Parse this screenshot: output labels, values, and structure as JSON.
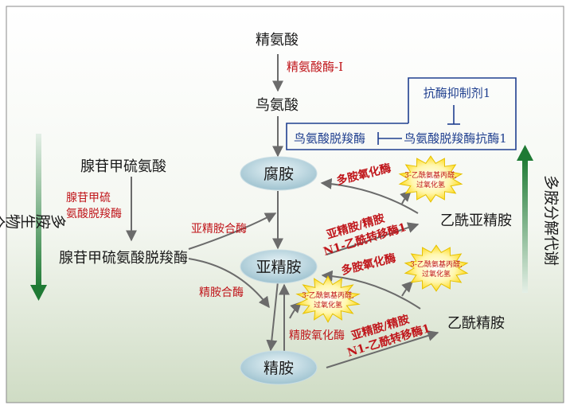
{
  "colors": {
    "enzyme_red": "#c0161b",
    "inhibitor_blue": "#1f3f8f",
    "node_fill": "#b9d6df",
    "arrow_gray": "#6b6b6b",
    "synthesis_green": "#2e7d3a",
    "burst_yellow": "#ffe11a"
  },
  "metabolites": {
    "arginine": "精氨酸",
    "ornithine": "鸟氨酸",
    "sam": "腺苷甲硫氨酸",
    "dcsam": "腺苷甲硫氨酸脱羧酶",
    "acetyl_spermidine": "乙酰亚精胺",
    "acetyl_spermine": "乙酰精胺"
  },
  "nodes": {
    "putrescine": "腐胺",
    "spermidine": "亚精胺",
    "spermine": "精胺"
  },
  "enzymes": {
    "arginase": "精氨酸酶-I",
    "samdc_line1": "腺苷甲硫",
    "samdc_line2": "氨酸脱羧酶",
    "spermidine_synthase": "亚精胺合酶",
    "spermine_synthase": "精胺合酶",
    "pao_upper": "多胺氧化酶",
    "pao_lower": "多胺氧化酶",
    "ssat_upper_line1": "亚精胺/精胺",
    "ssat_upper_line2": "N1-乙酰转移酶1",
    "ssat_lower_line1": "亚精胺/精胺",
    "ssat_lower_line2": "N1-乙酰转移酶1",
    "smo": "精胺氧化酶"
  },
  "regulation": {
    "antizyme_inhibitor": "抗酶抑制剂1",
    "odc": "鸟氨酸脱羧酶",
    "antizyme": "鸟氨酸脱羧酶抗酶1"
  },
  "byproducts": {
    "burst_line1": "3-乙酰氨基丙醛,",
    "burst_line2": "过氧化氢"
  },
  "side_labels": {
    "synthesis": "多胺生物合成",
    "catabolism": "多胺分解代谢"
  }
}
